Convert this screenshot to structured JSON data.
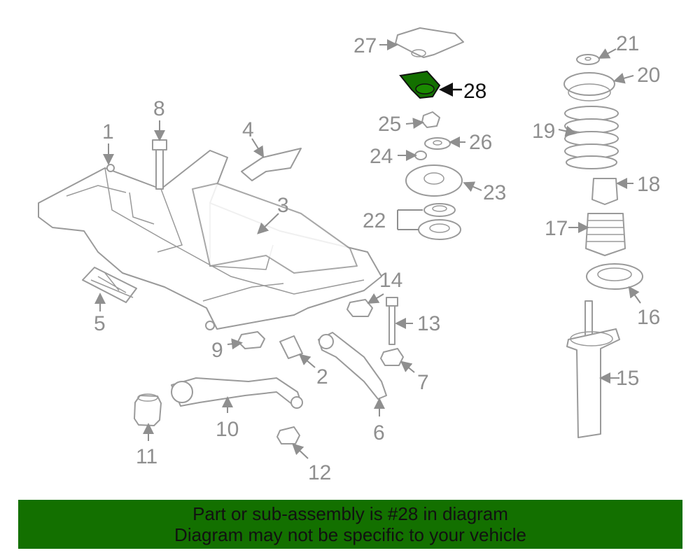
{
  "diagram": {
    "highlight_color": "#137000",
    "callouts": {
      "c1": "1",
      "c2": "2",
      "c3": "3",
      "c4": "4",
      "c5": "5",
      "c6": "6",
      "c7": "7",
      "c8": "8",
      "c9": "9",
      "c10": "10",
      "c11": "11",
      "c12": "12",
      "c13": "13",
      "c14": "14",
      "c15": "15",
      "c16": "16",
      "c17": "17",
      "c18": "18",
      "c19": "19",
      "c20": "20",
      "c21": "21",
      "c22": "22",
      "c23": "23",
      "c24": "24",
      "c25": "25",
      "c26": "26",
      "c27": "27",
      "c28": "28"
    }
  },
  "banner": {
    "line1": "Part or sub-assembly is #28 in diagram",
    "line2": "Diagram may not be specific to your vehicle",
    "color": "#137000"
  }
}
